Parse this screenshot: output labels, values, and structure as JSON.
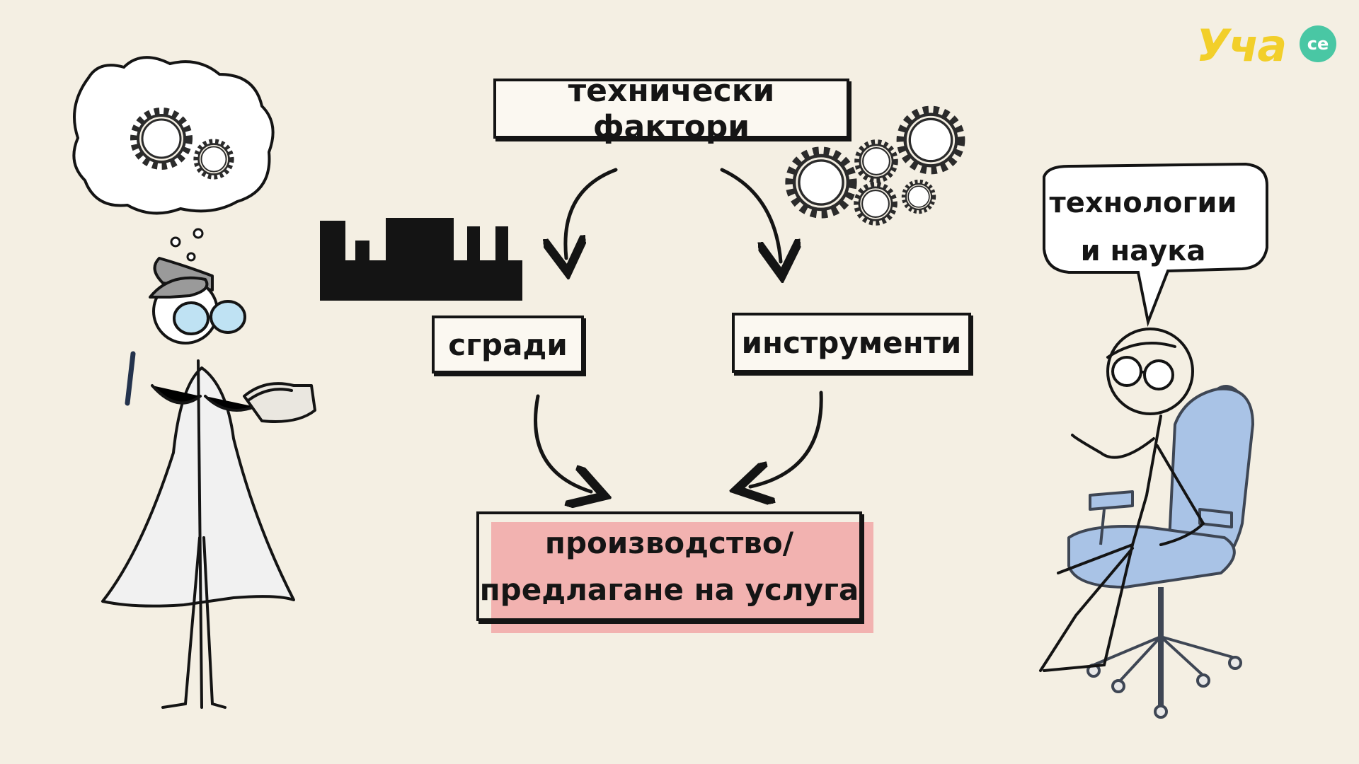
{
  "diagram": {
    "top_label": "технически фактори",
    "left_label": "сгради",
    "right_label": "инструменти",
    "bottom_label_line1": "производство/",
    "bottom_label_line2": "предлагане на услуга"
  },
  "speech_bubble": {
    "line1": "технологии",
    "line2": "и наука"
  },
  "logo": {
    "text": "Уча",
    "badge": "се"
  },
  "colors": {
    "background": "#f4efe3",
    "highlight": "#f2b2b0",
    "chair": "#a9c3e6",
    "logo_yellow": "#f2cf2a",
    "logo_green": "#49c7a4"
  }
}
